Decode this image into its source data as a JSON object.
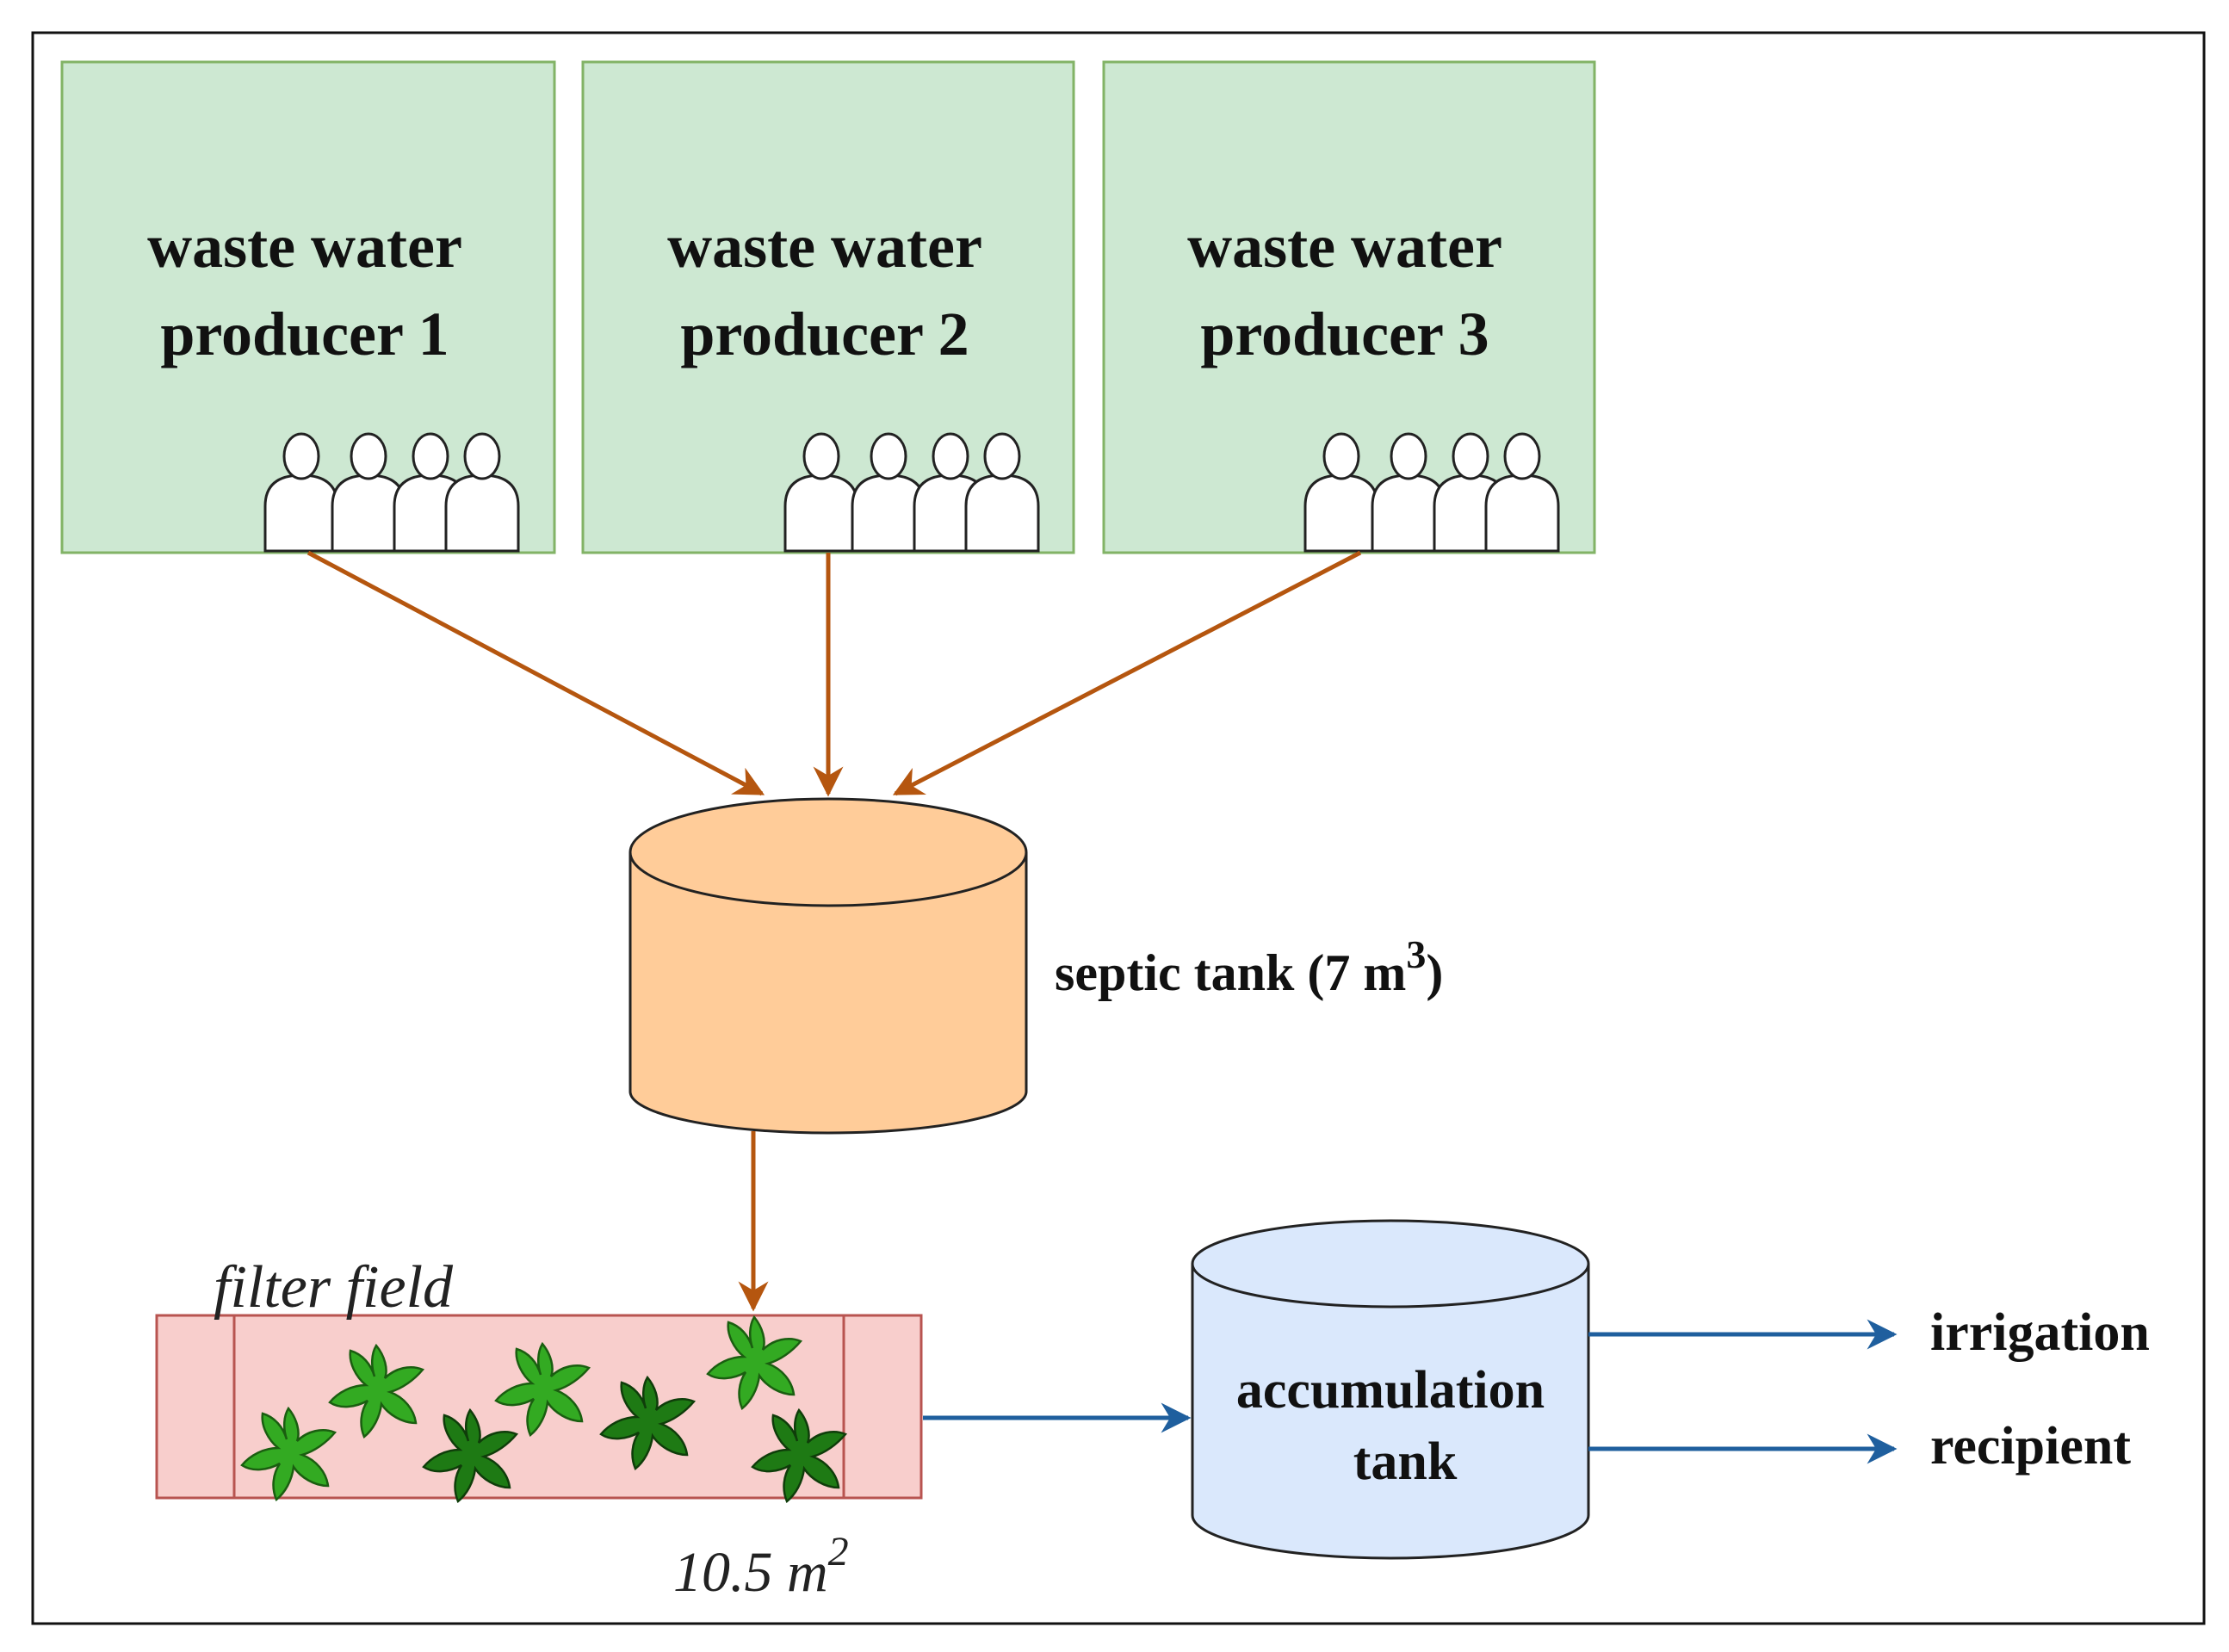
{
  "producers": [
    {
      "line1": "waste water",
      "line2": "producer 1"
    },
    {
      "line1": "waste water",
      "line2": "producer 2"
    },
    {
      "line1": "waste water",
      "line2": "producer 3"
    }
  ],
  "septic_tank": {
    "label": "septic tank (7 m",
    "superscript": "3",
    "suffix": ")"
  },
  "filter_field": {
    "title": "filter field",
    "area_value": "10.5 m",
    "area_superscript": "2"
  },
  "accumulation_tank": {
    "line1": "accumulation",
    "line2": "tank"
  },
  "outputs": {
    "irrigation": "irrigation",
    "recipient": "recipient"
  },
  "colors": {
    "producer_fill": "#cde8d2",
    "producer_stroke": "#82b366",
    "septic_fill": "#ffcc99",
    "accumulation_fill": "#dae8fc",
    "filter_fill": "#f8cecc",
    "filter_stroke": "#b85450",
    "flow_brown": "#b5560f",
    "flow_blue": "#1f5f9e",
    "plant_light": "#33aa22",
    "plant_dark": "#1e7a14"
  }
}
